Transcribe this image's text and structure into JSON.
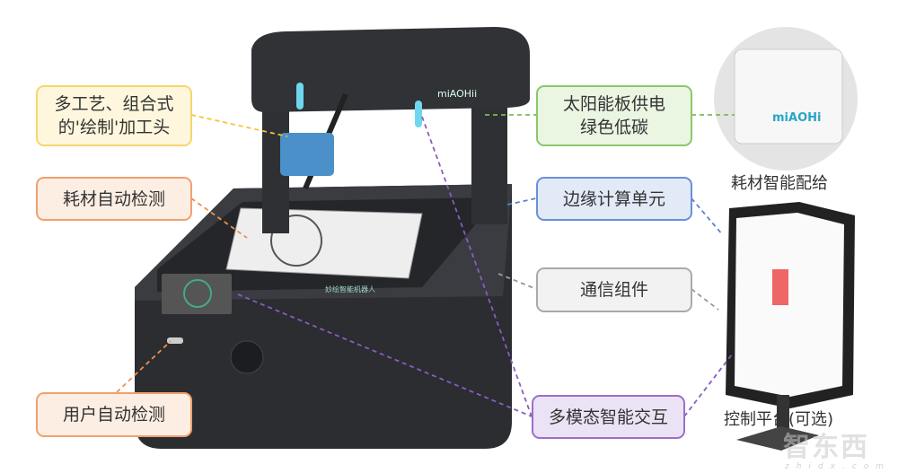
{
  "callouts": {
    "process_head": {
      "line1": "多工艺、组合式",
      "line2": "的'绘制'加工头",
      "color": "#f5d66b"
    },
    "consumable_detect": {
      "label": "耗材自动检测",
      "color": "#f0a070"
    },
    "user_detect": {
      "label": "用户自动检测",
      "color": "#f0a070"
    },
    "solar": {
      "line1": "太阳能板供电",
      "line2": "绿色低碳",
      "color": "#8cc66a"
    },
    "edge_compute": {
      "label": "边缘计算单元",
      "color": "#6b8fd8"
    },
    "comm": {
      "label": "通信组件",
      "color": "#aaaaaa"
    },
    "interaction": {
      "label": "多模态智能交互",
      "color": "#9b6fc8"
    }
  },
  "captions": {
    "consumable_supply": "耗材智能配给",
    "control_platform": "控制平台(可选)"
  },
  "device": {
    "brand": "miAOHii",
    "screen_text": "妙绘智能机器人"
  },
  "watermark": {
    "text": "智东西",
    "url": "zhidx.com"
  }
}
